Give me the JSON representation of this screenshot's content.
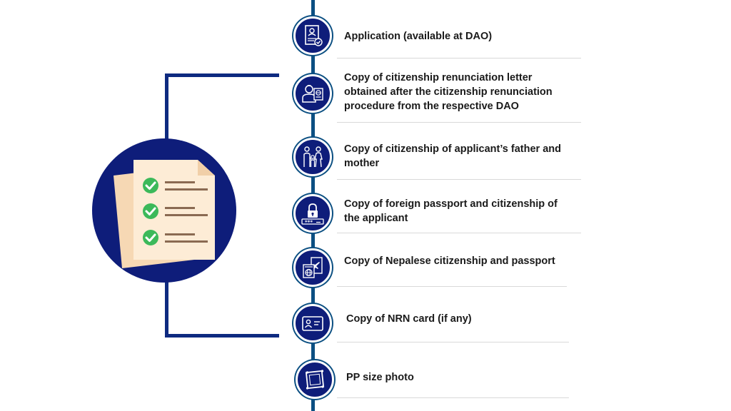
{
  "items": [
    {
      "label": "Application (available at DAO)",
      "icon": "application-form-icon"
    },
    {
      "label": "Copy of citizenship renunciation letter obtained after the citizenship renunciation procedure from the respective DAO",
      "icon": "officer-document-icon"
    },
    {
      "label": "Copy of citizenship of applicant’s father and mother",
      "icon": "family-icon"
    },
    {
      "label": "Copy of foreign passport and citizenship of the applicant",
      "icon": "padlock-password-icon"
    },
    {
      "label": "Copy of Nepalese citizenship and passport",
      "icon": "passport-travel-icon"
    },
    {
      "label": "Copy of NRN card (if any)",
      "icon": "id-card-icon"
    },
    {
      "label": "PP size photo",
      "icon": "photo-frame-icon"
    }
  ],
  "hero": {
    "icon": "checklist-document-icon"
  },
  "colors": {
    "navy": "#0e1d7a",
    "timeline": "#0b4f82",
    "bracket": "#0e2a80",
    "check_green": "#3cb95a",
    "paper": "#fbe7cf"
  }
}
